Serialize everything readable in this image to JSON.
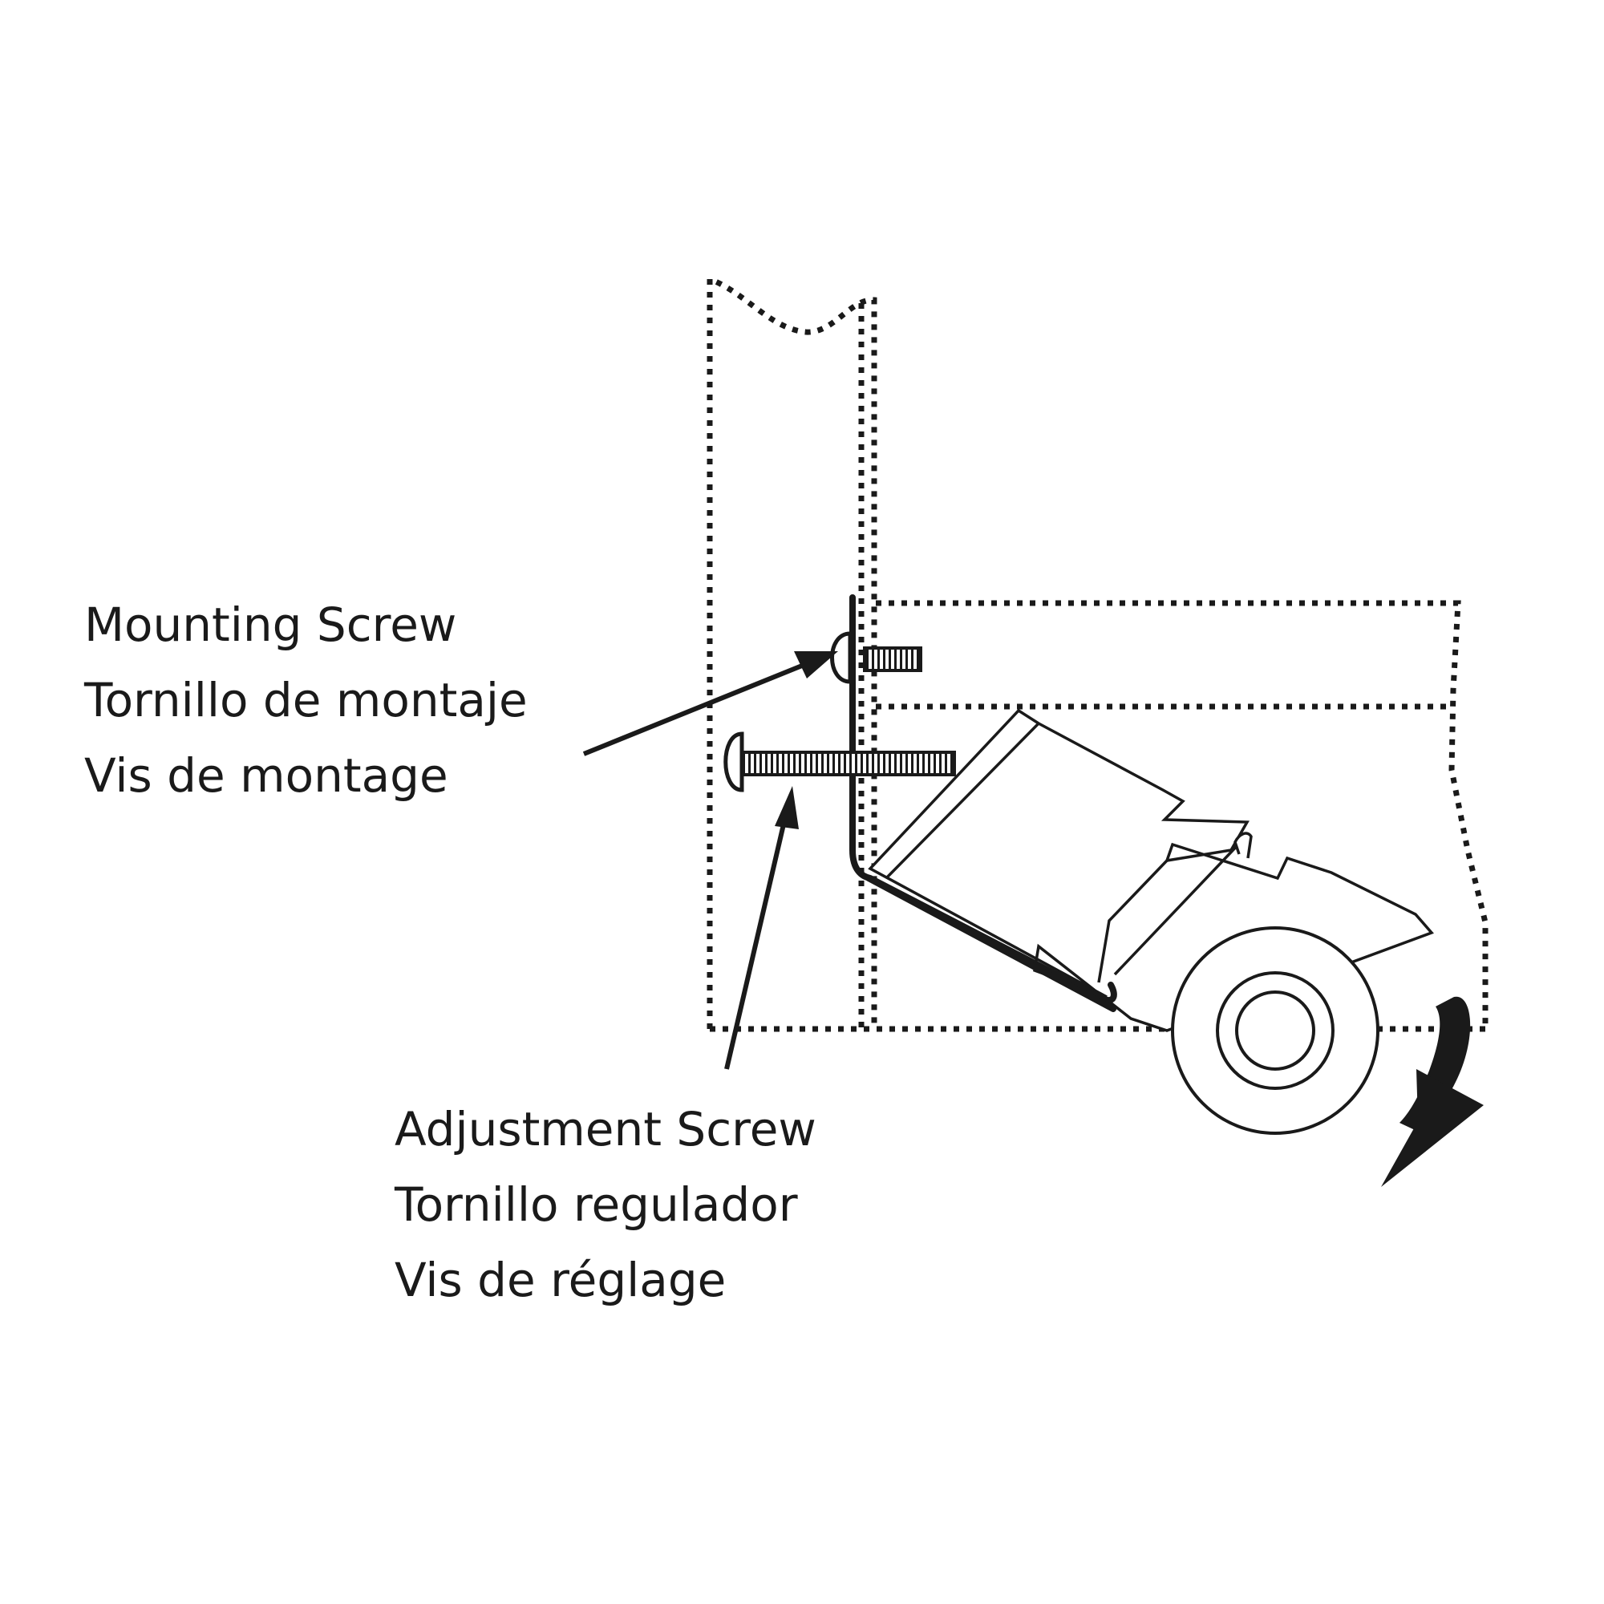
{
  "labels": {
    "mounting_screw": {
      "en": "Mounting Screw",
      "es": "Tornillo de montaje",
      "fr": "Vis de montage"
    },
    "adjustment_screw": {
      "en": "Adjustment Screw",
      "es": "Tornillo regulador",
      "fr": "Vis de réglage"
    }
  },
  "colors": {
    "ink": "#1a1a1a",
    "background": "#ffffff"
  }
}
